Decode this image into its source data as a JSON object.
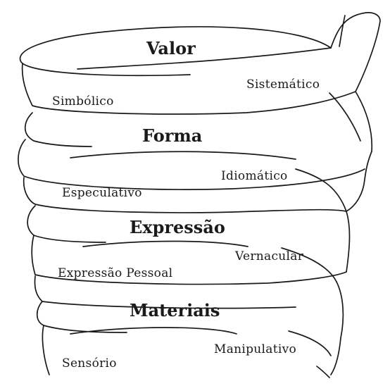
{
  "levels": [
    {
      "title": "Valor",
      "left_mode": "Simbólico",
      "right_mode": "Sistemático"
    },
    {
      "title": "Forma",
      "left_mode": "Especulativo",
      "right_mode": "Idiomático"
    },
    {
      "title": "Expressão",
      "left_mode": "Expressão Pessoal",
      "right_mode": "Vernacular"
    },
    {
      "title": "Materiais",
      "left_mode": "Sensório",
      "right_mode": "Manipulativo"
    }
  ]
}
